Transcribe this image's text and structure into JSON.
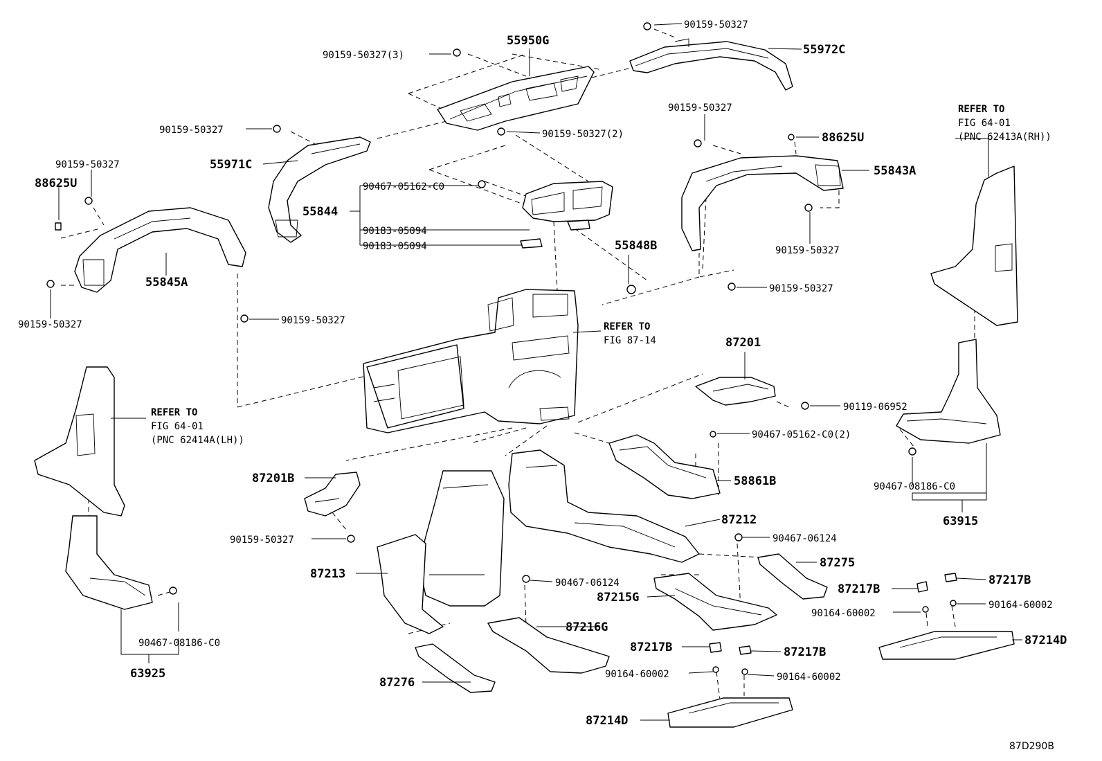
{
  "callouts": [
    {
      "id": "c01",
      "text": "90159-50327"
    },
    {
      "id": "c02",
      "text": "90159-50327(3)"
    },
    {
      "id": "c03",
      "text": "55950G"
    },
    {
      "id": "c04",
      "text": "55972C"
    },
    {
      "id": "c05",
      "text": "90159-50327"
    },
    {
      "id": "c06",
      "text": "90159-50327(2)"
    },
    {
      "id": "c07",
      "text": "55971C"
    },
    {
      "id": "c08",
      "text": "90159-50327"
    },
    {
      "id": "c09",
      "text": "88625U"
    },
    {
      "id": "c10",
      "text": "90467-05162-C0"
    },
    {
      "id": "c11",
      "text": "55844"
    },
    {
      "id": "c12",
      "text": "90183-05094"
    },
    {
      "id": "c13",
      "text": "90183-05094"
    },
    {
      "id": "c14",
      "text": "90159-50327"
    },
    {
      "id": "c15",
      "text": "88625U"
    },
    {
      "id": "c16",
      "text": "55843A"
    },
    {
      "id": "c17",
      "text": "90159-50327"
    },
    {
      "id": "c18",
      "text": "55845A"
    },
    {
      "id": "c19",
      "text": "90159-50327"
    },
    {
      "id": "c20",
      "text": "55848B"
    },
    {
      "id": "c21",
      "text": "90159-50327"
    },
    {
      "id": "c22",
      "text": "90159-50327"
    },
    {
      "id": "c23",
      "text": "87201"
    },
    {
      "id": "c24",
      "text": "90119-06952"
    },
    {
      "id": "c25",
      "text": "90467-05162-C0(2)"
    },
    {
      "id": "c26",
      "text": "87201B"
    },
    {
      "id": "c27",
      "text": "58861B"
    },
    {
      "id": "c28",
      "text": "90467-08186-C0"
    },
    {
      "id": "c29",
      "text": "63915"
    },
    {
      "id": "c30",
      "text": "87212"
    },
    {
      "id": "c31",
      "text": "90159-50327"
    },
    {
      "id": "c32",
      "text": "90467-06124"
    },
    {
      "id": "c33",
      "text": "87213"
    },
    {
      "id": "c34",
      "text": "87275"
    },
    {
      "id": "c35",
      "text": "90467-06124"
    },
    {
      "id": "c36",
      "text": "87217B"
    },
    {
      "id": "c37",
      "text": "87215G"
    },
    {
      "id": "c38",
      "text": "87217B"
    },
    {
      "id": "c39",
      "text": "90164-60002"
    },
    {
      "id": "c40",
      "text": "90164-60002"
    },
    {
      "id": "c41",
      "text": "87216G"
    },
    {
      "id": "c42",
      "text": "87214D"
    },
    {
      "id": "c43",
      "text": "90467-08186-C0"
    },
    {
      "id": "c44",
      "text": "87217B"
    },
    {
      "id": "c45",
      "text": "87217B"
    },
    {
      "id": "c46",
      "text": "63925"
    },
    {
      "id": "c47",
      "text": "90164-60002"
    },
    {
      "id": "c48",
      "text": "90164-60002"
    },
    {
      "id": "c49",
      "text": "87276"
    },
    {
      "id": "c50",
      "text": "87214D"
    }
  ],
  "references": [
    {
      "id": "r1",
      "lines": [
        "REFER TO",
        "FIG 64-01",
        "(PNC 62413A(RH))"
      ]
    },
    {
      "id": "r2",
      "lines": [
        "REFER TO",
        "FIG 87-14"
      ]
    },
    {
      "id": "r3",
      "lines": [
        "REFER TO",
        "FIG 64-01",
        "(PNC 62414A(LH))"
      ]
    }
  ],
  "figure_code": "87D290B"
}
